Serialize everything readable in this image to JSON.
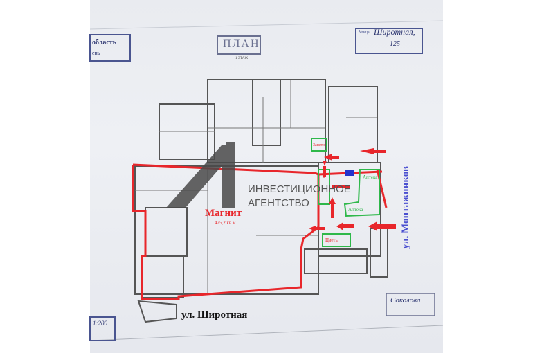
{
  "header": {
    "region_stamp_line1": "область",
    "region_stamp_line2": "ень",
    "plan_stamp": "ПЛАН",
    "floor_label": "1 ЭТАЖ",
    "address_stamp_prefix": "Улица",
    "address_stamp_street": "Широтная,",
    "address_stamp_number": "125"
  },
  "plan": {
    "store_name": "Магнит",
    "store_area": "425,2 кв.м.",
    "pharmacy_label_1": "Аптека",
    "pharmacy_label_2": "Аптека",
    "flowers_label": "Цветы",
    "occupied_label_1": "Занято",
    "occupied_label_2": "Занято"
  },
  "streets": {
    "bottom": "ул. Широтная",
    "right": "ул. Монтажников"
  },
  "watermark": {
    "line1": "ИНВЕСТИЦИОННОЕ",
    "line2": "АГЕНТСТВО"
  },
  "footer": {
    "scale_stamp": "1:200",
    "signature_stamp": "Соколова"
  },
  "colors": {
    "outline": "#e8262b",
    "tenant": "#2eb84a",
    "street": "#4a4fd0",
    "watermark": "#555"
  }
}
